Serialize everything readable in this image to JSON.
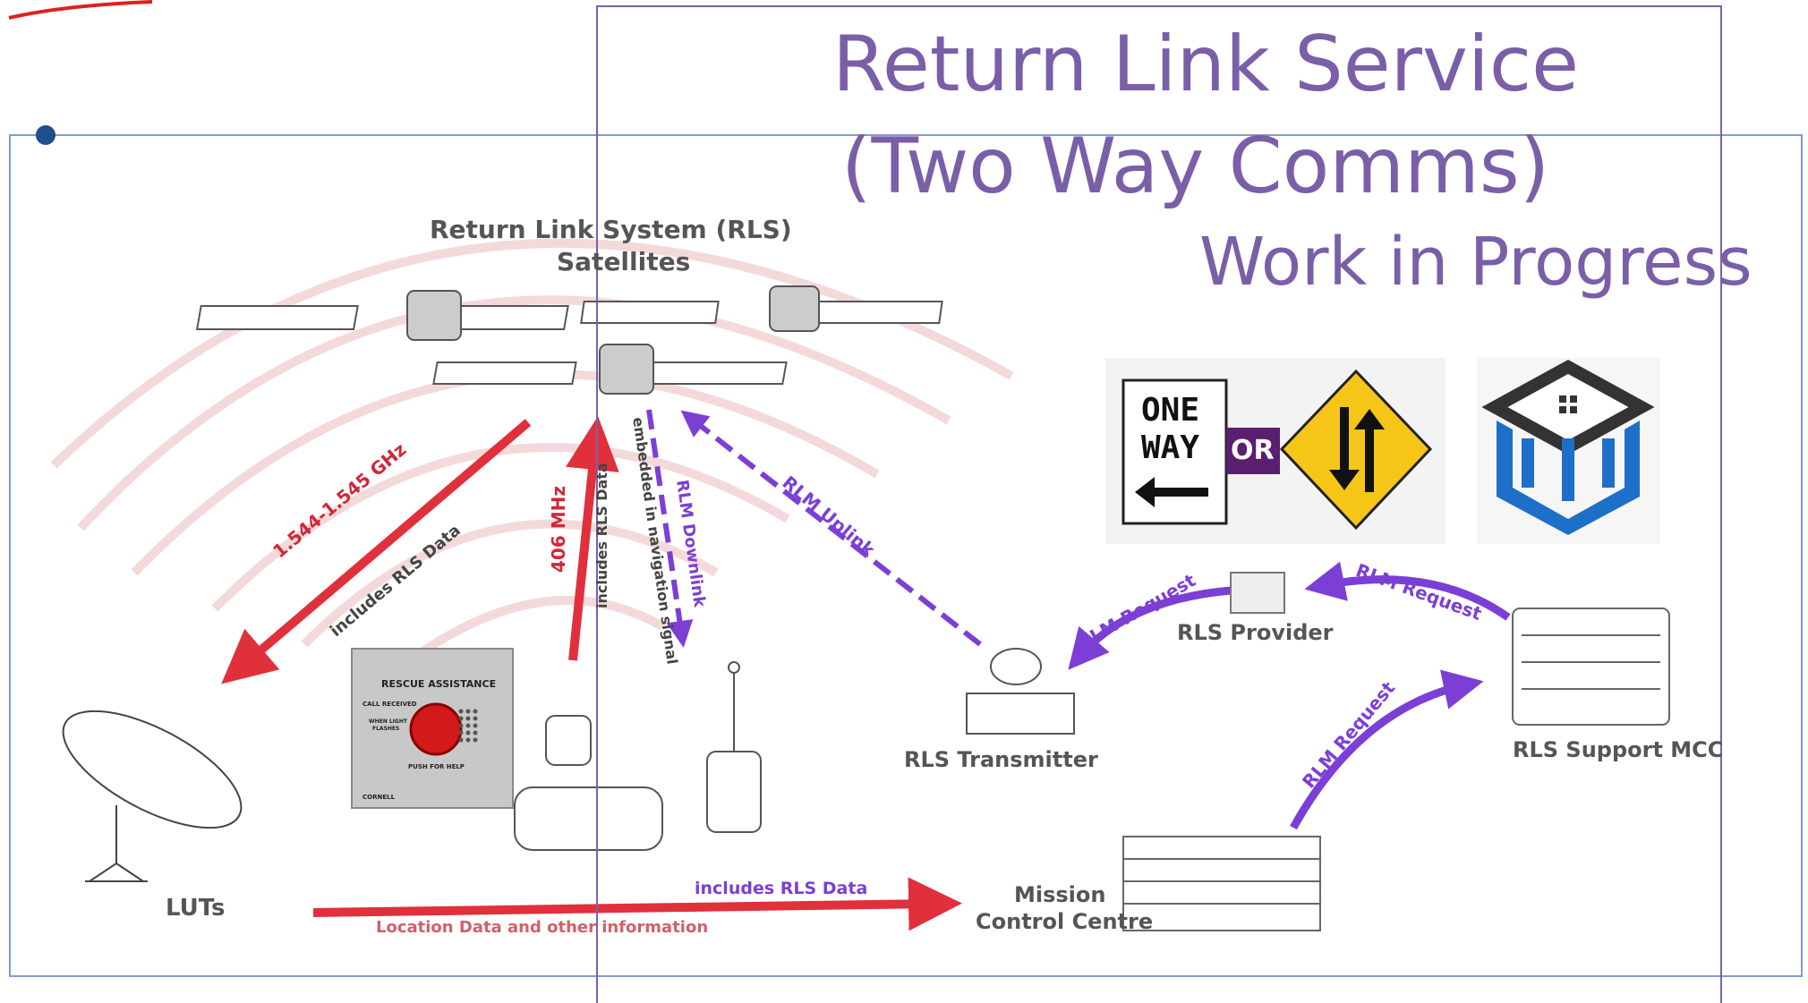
{
  "slide": {
    "title_line1": "Return Link Service",
    "title_line2": "(Two Way Comms)",
    "subtitle": "Work in Progress"
  },
  "diagram": {
    "satellites_label_line1": "Return Link System (RLS)",
    "satellites_label_line2": "Satellites",
    "freq_label": "1.544-1.545 GHz",
    "includes_rls_data_1": "includes RLS Data",
    "mhz_label": "406 MHz",
    "includes_rls_data_2": "includes RLS Data",
    "rlm_downlink": "RLM Downlink",
    "embedded_label": "embedded in navigation signal",
    "rlm_uplink": "RLM Uplink",
    "rlm_request_1": "RLM Request",
    "rlm_request_2": "RLM Request",
    "rlm_request_3": "RLM Request",
    "rls_provider": "RLS Provider",
    "rls_transmitter": "RLS Transmitter",
    "rls_support_mcc": "RLS Support MCC",
    "mission_control_line1": "Mission",
    "mission_control_line2": "Control Centre",
    "luts": "LUTs",
    "includes_rls_data_3": "includes RLS Data",
    "location_data": "Location Data and other information",
    "panel_heading": "RESCUE ASSISTANCE",
    "panel_call_received": "CALL RECEIVED",
    "panel_when_light": "WHEN LIGHT",
    "panel_flashes": "FLASHES",
    "panel_push": "PUSH FOR HELP",
    "panel_brand": "CORNELL"
  },
  "signs": {
    "one": "ONE",
    "way": "WAY",
    "or": "OR"
  },
  "colors": {
    "title": "#7a5fa8",
    "red_arrow": "#e0303c",
    "purple_arrow": "#7b3fd6",
    "sign_yellow": "#f5c518",
    "logo_blue": "#1e6fc8"
  }
}
